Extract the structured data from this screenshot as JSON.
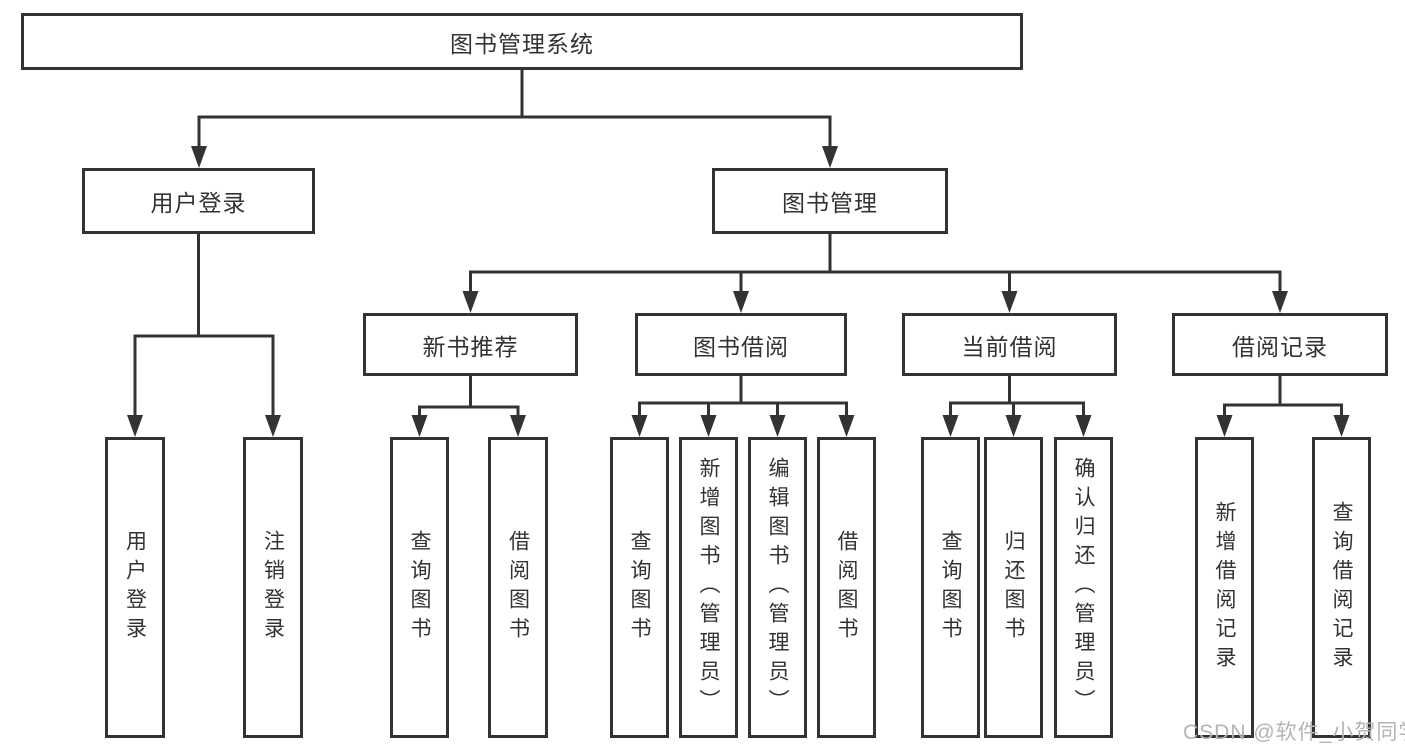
{
  "watermark": "CSDN @软件_小贺同学",
  "colors": {
    "line": "#333333",
    "text": "#333333",
    "box_background": "#ffffff",
    "watermark": "#b4b4b4"
  },
  "tree": {
    "root": {
      "label": "图书管理系统"
    },
    "branches": [
      {
        "label": "用户登录",
        "children": [
          {
            "label": "用户登录"
          },
          {
            "label": "注销登录"
          }
        ]
      },
      {
        "label": "图书管理",
        "groups": [
          {
            "label": "新书推荐",
            "children": [
              {
                "label": "查询图书"
              },
              {
                "label": "借阅图书"
              }
            ]
          },
          {
            "label": "图书借阅",
            "children": [
              {
                "label": "查询图书"
              },
              {
                "label": "新增图书（管理员）"
              },
              {
                "label": "编辑图书（管理员）"
              },
              {
                "label": "借阅图书"
              }
            ]
          },
          {
            "label": "当前借阅",
            "children": [
              {
                "label": "查询图书"
              },
              {
                "label": "归还图书"
              },
              {
                "label": "确认归还（管理员）"
              }
            ]
          },
          {
            "label": "借阅记录",
            "children": [
              {
                "label": "新增借阅记录"
              },
              {
                "label": "查询借阅记录"
              }
            ]
          }
        ]
      }
    ]
  }
}
